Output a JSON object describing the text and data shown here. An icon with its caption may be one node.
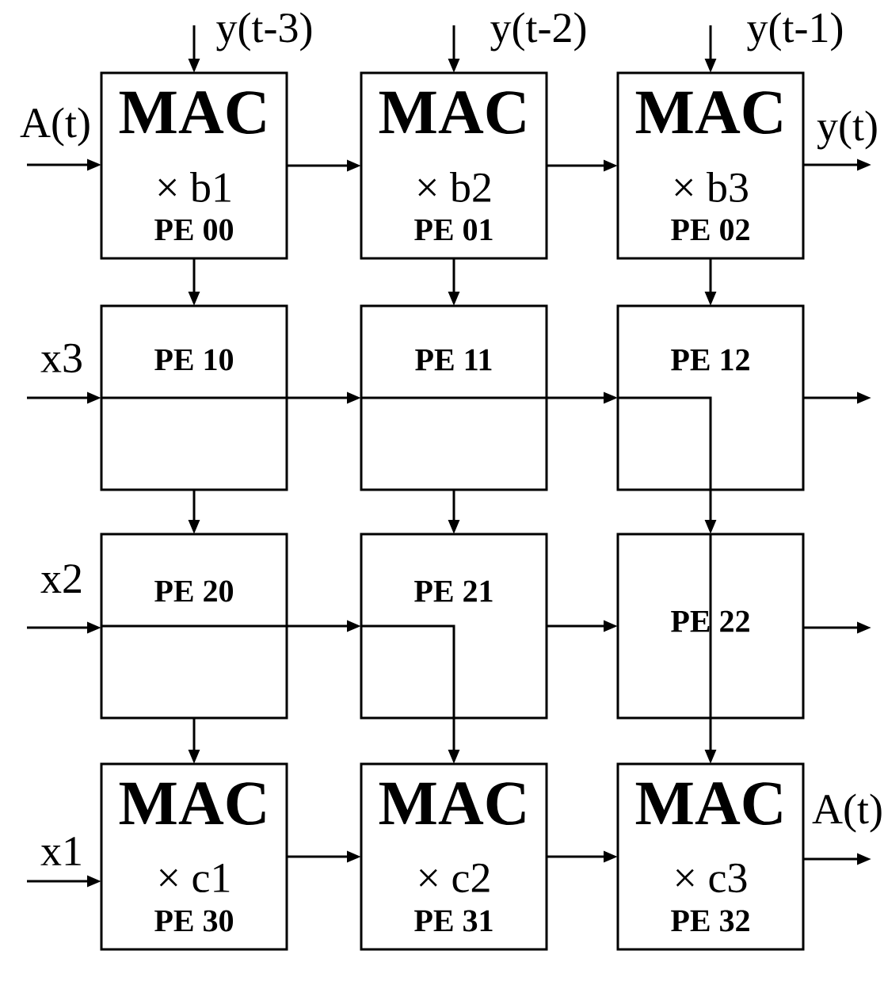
{
  "diagram": {
    "nodes": [
      {
        "text": [
          "MAC",
          "× b1",
          "PE 00"
        ]
      },
      {
        "text": [
          "MAC",
          "× b2",
          "PE 01"
        ]
      },
      {
        "text": [
          "MAC",
          "× b3",
          "PE 02"
        ]
      },
      {
        "text": [
          "PE 10"
        ]
      },
      {
        "text": [
          "PE 11"
        ]
      },
      {
        "text": [
          "PE 12"
        ]
      },
      {
        "text": [
          "PE 20"
        ]
      },
      {
        "text": [
          "PE 21"
        ]
      },
      {
        "text": [
          "PE 22"
        ]
      },
      {
        "text": [
          "MAC",
          "× c1",
          "PE 30"
        ]
      },
      {
        "text": [
          "MAC",
          "× c2",
          "PE 31"
        ]
      },
      {
        "text": [
          "MAC",
          "× c3",
          "PE 32"
        ]
      }
    ],
    "edges": [
      {
        "from": null,
        "to": 0,
        "arrow": "to",
        "label": "A(t)"
      },
      {
        "from": null,
        "to": 0,
        "arrow": "to",
        "label": "y(t-3)"
      },
      {
        "from": null,
        "to": 1,
        "arrow": "to",
        "label": "y(t-2)"
      },
      {
        "from": null,
        "to": 2,
        "arrow": "to",
        "label": "y(t-1)"
      },
      {
        "from": 0,
        "to": 1,
        "arrow": "to"
      },
      {
        "from": 1,
        "to": 2,
        "arrow": "to"
      },
      {
        "from": 2,
        "to": null,
        "arrow": "to",
        "label": "y(t)"
      },
      {
        "from": 0,
        "to": 3,
        "arrow": "to"
      },
      {
        "from": 1,
        "to": 4,
        "arrow": "to"
      },
      {
        "from": 2,
        "to": 5,
        "arrow": "to"
      },
      {
        "from": null,
        "to": 3,
        "arrow": "to",
        "label": "x3"
      },
      {
        "from": 3,
        "to": 4,
        "arrow": "to"
      },
      {
        "from": 4,
        "to": 5,
        "arrow": "to"
      },
      {
        "from": 5,
        "to": null,
        "arrow": "to"
      },
      {
        "from": 3,
        "to": 6,
        "arrow": "to"
      },
      {
        "from": 4,
        "to": 7,
        "arrow": "to"
      },
      {
        "from": 5,
        "to": 8,
        "arrow": "to"
      },
      {
        "from": null,
        "to": 6,
        "arrow": "to",
        "label": "x2"
      },
      {
        "from": 6,
        "to": 7,
        "arrow": "to"
      },
      {
        "from": 7,
        "to": 8,
        "arrow": "to"
      },
      {
        "from": 8,
        "to": null,
        "arrow": "to"
      },
      {
        "from": 6,
        "to": 9,
        "arrow": "to"
      },
      {
        "from": 7,
        "to": 10,
        "arrow": "to"
      },
      {
        "from": 8,
        "to": 11,
        "arrow": "to"
      },
      {
        "from": null,
        "to": 9,
        "arrow": "to",
        "label": "x1"
      },
      {
        "from": 9,
        "to": 10,
        "arrow": "to"
      },
      {
        "from": 10,
        "to": 11,
        "arrow": "to"
      },
      {
        "from": 11,
        "to": null,
        "arrow": "to",
        "label": "A(t)"
      }
    ]
  }
}
